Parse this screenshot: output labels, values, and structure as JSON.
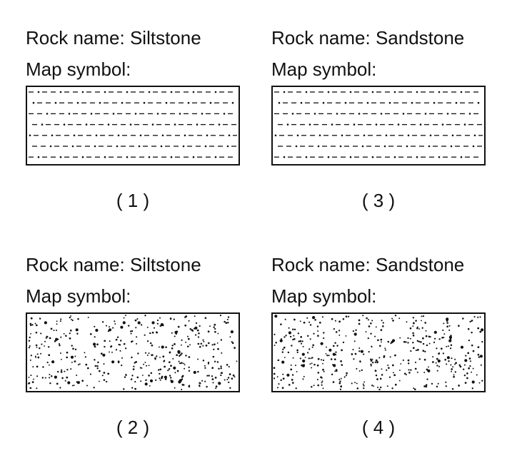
{
  "panels": [
    {
      "rock_label": "Rock name: Siltstone",
      "symbol_label": "Map symbol:",
      "pattern": "dash-dot",
      "number": "( 1 )"
    },
    {
      "rock_label": "Rock name: Sandstone",
      "symbol_label": "Map symbol:",
      "pattern": "dash-dot",
      "number": "( 3 )"
    },
    {
      "rock_label": "Rock name: Siltstone",
      "symbol_label": "Map symbol:",
      "pattern": "stipple",
      "number": "( 2 )"
    },
    {
      "rock_label": "Rock name: Sandstone",
      "symbol_label": "Map symbol:",
      "pattern": "stipple",
      "number": "( 4 )"
    }
  ]
}
